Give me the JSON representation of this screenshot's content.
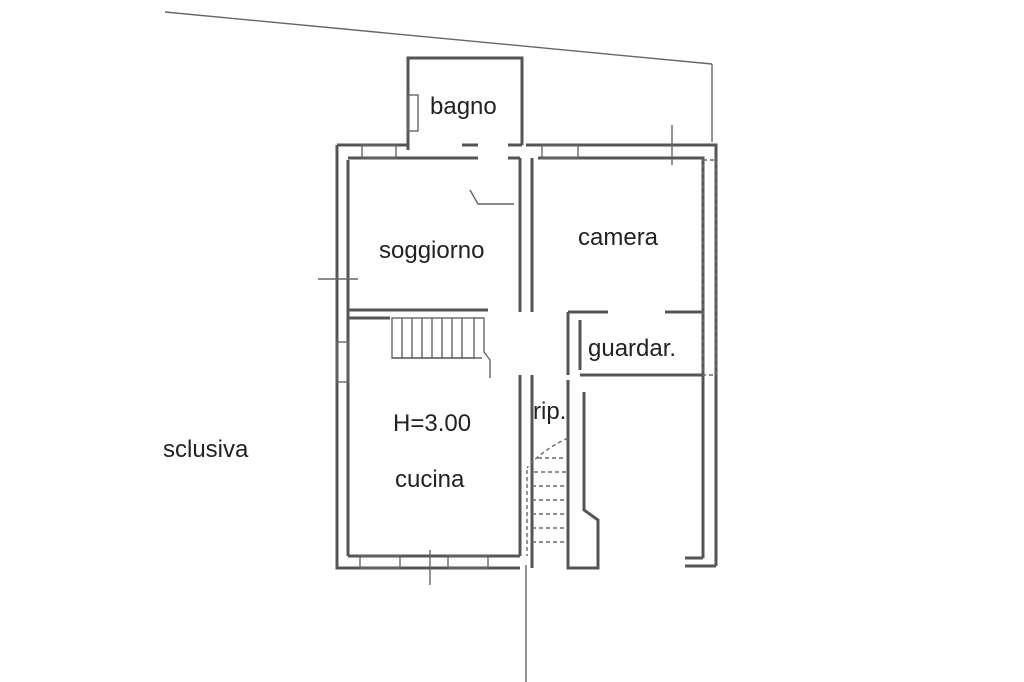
{
  "rooms": {
    "bagno": "bagno",
    "soggiorno": "soggiorno",
    "camera": "camera",
    "guardaroba": "guardar.",
    "ripostiglio": "rip.",
    "cucina": "cucina"
  },
  "height_note": "H=3.00",
  "outside_label": "sclusiva",
  "colors": {
    "line": "#555555",
    "text": "#222222",
    "background": "#ffffff"
  }
}
